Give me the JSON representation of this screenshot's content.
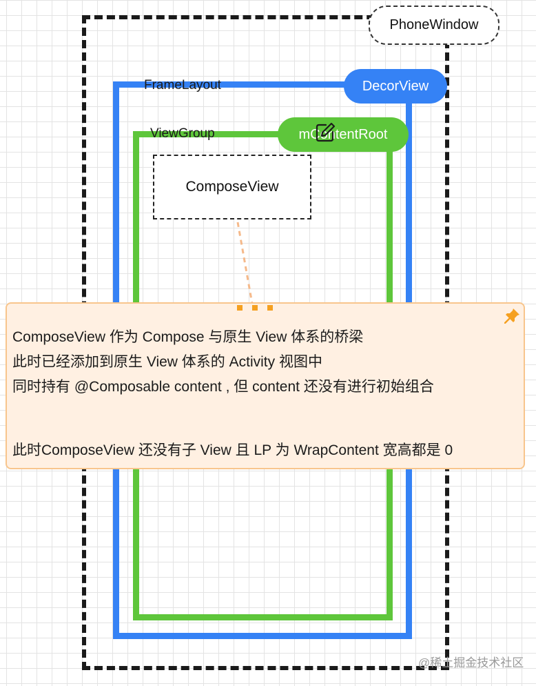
{
  "labels": {
    "phone_window": "PhoneWindow",
    "decor_view": "DecorView",
    "frame_layout": "FrameLayout",
    "view_group": "ViewGroup",
    "content_root": "mContentRoot",
    "compose_view": "ComposeView"
  },
  "note": {
    "lines": [
      "ComposeView 作为 Compose 与原生 View 体系的桥梁",
      "此时已经添加到原生 View 体系的 Activity 视图中",
      "同时持有 @Composable content , 但 content 还没有进行初始组合",
      "",
      "此时ComposeView 还没有子 View 且 LP 为 WrapContent 宽高都是 0"
    ]
  },
  "watermark": "@稀土掘金技术社区",
  "icons": {
    "edit": "edit-icon",
    "pin": "pin-icon"
  },
  "colors": {
    "decor_view": "#3582f5",
    "content_root": "#5ec63b",
    "note_background": "#fff0e2",
    "note_border": "#f8c58c",
    "connector": "#f5b98a"
  }
}
